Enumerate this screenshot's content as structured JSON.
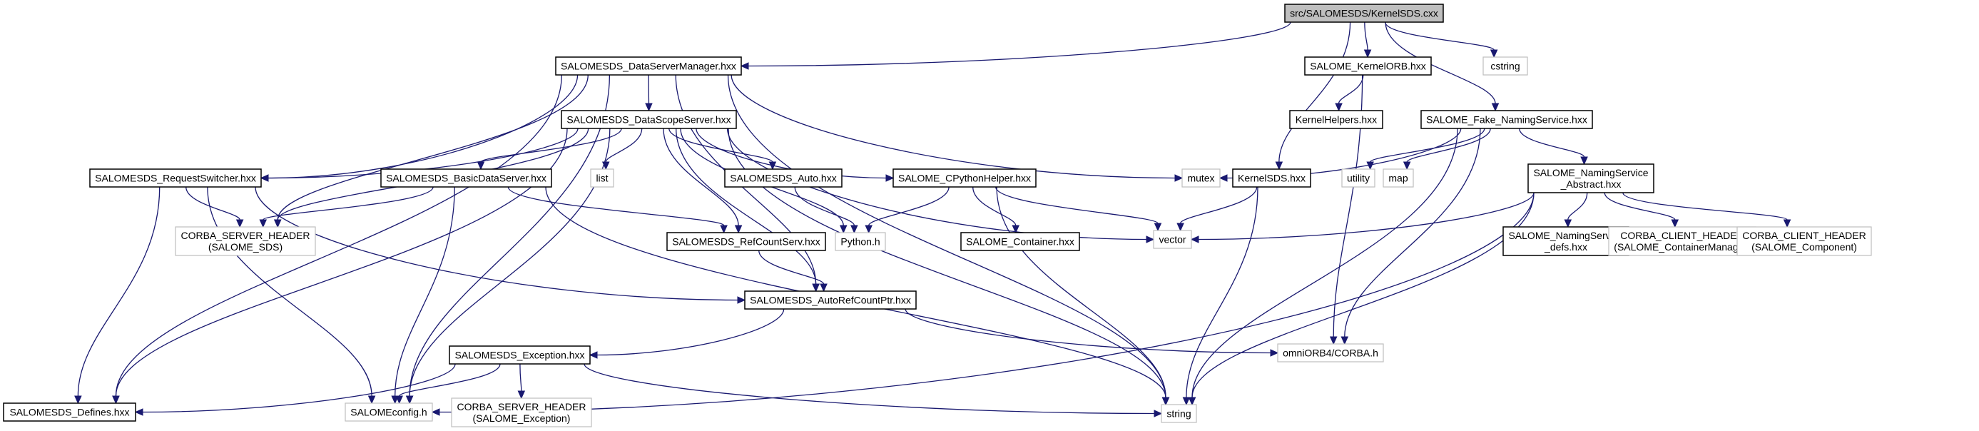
{
  "title": "src/SALOMESDS/KernelSDS.cxx",
  "colors": {
    "edge": "#191970",
    "root_fill": "#bfbfbf",
    "local_border": "#000000",
    "external_border": "#bfbfbf"
  },
  "nodes": [
    {
      "id": "root",
      "kind": "root",
      "lines": [
        "src/SALOMESDS/KernelSDS.cxx"
      ]
    },
    {
      "id": "dsm",
      "kind": "local",
      "lines": [
        "SALOMESDS_DataServerManager.hxx"
      ]
    },
    {
      "id": "korb",
      "kind": "local",
      "lines": [
        "SALOME_KernelORB.hxx"
      ]
    },
    {
      "id": "cstring",
      "kind": "external",
      "lines": [
        "cstring"
      ]
    },
    {
      "id": "dss",
      "kind": "local",
      "lines": [
        "SALOMESDS_DataScopeServer.hxx"
      ]
    },
    {
      "id": "khelp",
      "kind": "local",
      "lines": [
        "KernelHelpers.hxx"
      ]
    },
    {
      "id": "fakens",
      "kind": "local",
      "lines": [
        "SALOME_Fake_NamingService.hxx"
      ]
    },
    {
      "id": "rsw",
      "kind": "local",
      "lines": [
        "SALOMESDS_RequestSwitcher.hxx"
      ]
    },
    {
      "id": "bds",
      "kind": "local",
      "lines": [
        "SALOMESDS_BasicDataServer.hxx"
      ]
    },
    {
      "id": "list",
      "kind": "external",
      "lines": [
        "list"
      ]
    },
    {
      "id": "auto",
      "kind": "local",
      "lines": [
        "SALOMESDS_Auto.hxx"
      ]
    },
    {
      "id": "cpy",
      "kind": "local",
      "lines": [
        "SALOME_CPythonHelper.hxx"
      ]
    },
    {
      "id": "mutex",
      "kind": "external",
      "lines": [
        "mutex"
      ]
    },
    {
      "id": "ksdsh",
      "kind": "local",
      "lines": [
        "KernelSDS.hxx"
      ]
    },
    {
      "id": "utility",
      "kind": "external",
      "lines": [
        "utility"
      ]
    },
    {
      "id": "map",
      "kind": "external",
      "lines": [
        "map"
      ]
    },
    {
      "id": "nsabs",
      "kind": "local",
      "lines": [
        "SALOME_NamingService",
        "_Abstract.hxx"
      ]
    },
    {
      "id": "csh_sds",
      "kind": "external",
      "lines": [
        "CORBA_SERVER_HEADER",
        "(SALOME_SDS)"
      ]
    },
    {
      "id": "rcs",
      "kind": "local",
      "lines": [
        "SALOMESDS_RefCountServ.hxx"
      ]
    },
    {
      "id": "pyh",
      "kind": "external",
      "lines": [
        "Python.h"
      ]
    },
    {
      "id": "cont",
      "kind": "local",
      "lines": [
        "SALOME_Container.hxx"
      ]
    },
    {
      "id": "vector",
      "kind": "external",
      "lines": [
        "vector"
      ]
    },
    {
      "id": "nsdefs",
      "kind": "local",
      "lines": [
        "SALOME_NamingService",
        "_defs.hxx"
      ]
    },
    {
      "id": "cch_cm",
      "kind": "external",
      "lines": [
        "CORBA_CLIENT_HEADER",
        "(SALOME_ContainerManager)"
      ]
    },
    {
      "id": "cch_comp",
      "kind": "external",
      "lines": [
        "CORBA_CLIENT_HEADER",
        "(SALOME_Component)"
      ]
    },
    {
      "id": "arcp",
      "kind": "local",
      "lines": [
        "SALOMESDS_AutoRefCountPtr.hxx"
      ]
    },
    {
      "id": "omni",
      "kind": "external",
      "lines": [
        "omniORB4/CORBA.h"
      ]
    },
    {
      "id": "exc",
      "kind": "local",
      "lines": [
        "SALOMESDS_Exception.hxx"
      ]
    },
    {
      "id": "defs",
      "kind": "local",
      "lines": [
        "SALOMESDS_Defines.hxx"
      ]
    },
    {
      "id": "sconf",
      "kind": "external",
      "lines": [
        "SALOMEconfig.h"
      ]
    },
    {
      "id": "csh_exc",
      "kind": "external",
      "lines": [
        "CORBA_SERVER_HEADER",
        "(SALOME_Exception)"
      ]
    },
    {
      "id": "string",
      "kind": "external",
      "lines": [
        "string"
      ]
    }
  ],
  "edges": [
    [
      "root",
      "dsm"
    ],
    [
      "root",
      "korb"
    ],
    [
      "root",
      "cstring"
    ],
    [
      "root",
      "fakens"
    ],
    [
      "root",
      "ksdsh"
    ],
    [
      "dsm",
      "dss"
    ],
    [
      "dsm",
      "rsw"
    ],
    [
      "dsm",
      "csh_sds"
    ],
    [
      "dsm",
      "defs"
    ],
    [
      "dsm",
      "sconf"
    ],
    [
      "dsm",
      "mutex"
    ],
    [
      "dsm",
      "string"
    ],
    [
      "dsm",
      "arcp"
    ],
    [
      "korb",
      "khelp"
    ],
    [
      "korb",
      "omni"
    ],
    [
      "dss",
      "rsw"
    ],
    [
      "dss",
      "bds"
    ],
    [
      "dss",
      "list"
    ],
    [
      "dss",
      "auto"
    ],
    [
      "dss",
      "cpy"
    ],
    [
      "dss",
      "rcs"
    ],
    [
      "dss",
      "pyh"
    ],
    [
      "dss",
      "arcp"
    ],
    [
      "dss",
      "vector"
    ],
    [
      "dss",
      "csh_sds"
    ],
    [
      "dss",
      "defs"
    ],
    [
      "dss",
      "sconf"
    ],
    [
      "dss",
      "string"
    ],
    [
      "rsw",
      "csh_sds"
    ],
    [
      "rsw",
      "defs"
    ],
    [
      "rsw",
      "sconf"
    ],
    [
      "rsw",
      "arcp"
    ],
    [
      "bds",
      "csh_sds"
    ],
    [
      "bds",
      "rcs"
    ],
    [
      "bds",
      "sconf"
    ],
    [
      "bds",
      "string"
    ],
    [
      "auto",
      "pyh"
    ],
    [
      "cpy",
      "pyh"
    ],
    [
      "cpy",
      "cont"
    ],
    [
      "cpy",
      "vector"
    ],
    [
      "cpy",
      "string"
    ],
    [
      "fakens",
      "mutex"
    ],
    [
      "fakens",
      "utility"
    ],
    [
      "fakens",
      "map"
    ],
    [
      "fakens",
      "nsabs"
    ],
    [
      "fakens",
      "omni"
    ],
    [
      "fakens",
      "string"
    ],
    [
      "ksdsh",
      "vector"
    ],
    [
      "ksdsh",
      "string"
    ],
    [
      "nsabs",
      "vector"
    ],
    [
      "nsabs",
      "nsdefs"
    ],
    [
      "nsabs",
      "cch_cm"
    ],
    [
      "nsabs",
      "cch_comp"
    ],
    [
      "nsabs",
      "sconf"
    ],
    [
      "nsabs",
      "string"
    ],
    [
      "rcs",
      "arcp"
    ],
    [
      "arcp",
      "exc"
    ],
    [
      "arcp",
      "omni"
    ],
    [
      "exc",
      "defs"
    ],
    [
      "exc",
      "sconf"
    ],
    [
      "exc",
      "csh_exc"
    ],
    [
      "exc",
      "string"
    ]
  ]
}
